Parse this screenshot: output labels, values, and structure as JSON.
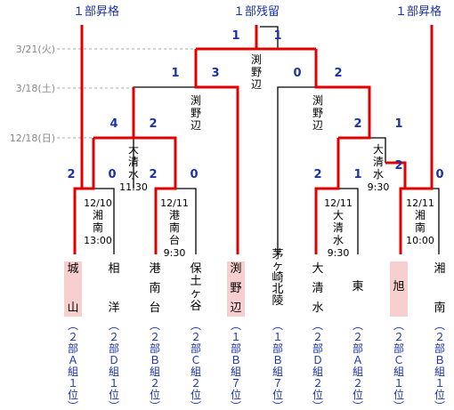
{
  "header_labels": [
    "１部昇格",
    "１部残留",
    "１部昇格"
  ],
  "dates": [
    "3/21(火)",
    "3/18(土)",
    "12/18(日)"
  ],
  "matches": [
    {
      "date": "12/10",
      "venue": "湘南",
      "time": "13:00"
    },
    {
      "date": "12/11",
      "venue": "港南台",
      "time": "9:30"
    },
    {
      "date": "",
      "venue": "大清水",
      "time": "11:30"
    },
    {
      "date": "",
      "venue": "渕野辺",
      "time": ""
    },
    {
      "date": "",
      "venue": "渕野辺",
      "time": ""
    },
    {
      "date": "12/11",
      "venue": "大清水",
      "time": "9:30"
    },
    {
      "date": "",
      "venue": "大清水",
      "time": "9:30"
    },
    {
      "date": "12/11",
      "venue": "湘南",
      "time": "10:00"
    },
    {
      "date": "",
      "venue": "渕野辺",
      "time": ""
    }
  ],
  "scores": [
    "2",
    "0",
    "2",
    "0",
    "4",
    "2",
    "1",
    "3",
    "1",
    "1",
    "0",
    "2",
    "2",
    "1",
    "2",
    "1",
    "2",
    "0"
  ],
  "teams": [
    {
      "name": "城山",
      "qual": "（２部Ａ組１位）",
      "winner": true
    },
    {
      "name": "相洋",
      "qual": "（２部Ｄ組１位）",
      "winner": false
    },
    {
      "name": "港南台",
      "qual": "（２部Ｂ組２位）",
      "winner": false
    },
    {
      "name": "保土ヶ谷",
      "qual": "（２部Ｃ組２位）",
      "winner": false
    },
    {
      "name": "渕野辺",
      "qual": "（１部Ｂ組７位）",
      "winner": true
    },
    {
      "name": "茅ヶ崎北陵",
      "qual": "（１部Ｂ組７位）",
      "winner": false
    },
    {
      "name": "大清水",
      "qual": "（２部Ｄ組２位）",
      "winner": false
    },
    {
      "name": "東",
      "qual": "（２部Ａ組２位）",
      "winner": false
    },
    {
      "name": "旭",
      "qual": "（２部Ｃ組１位）",
      "winner": true
    },
    {
      "name": "湘南",
      "qual": "（２部Ｂ組１位）",
      "winner": false
    }
  ]
}
